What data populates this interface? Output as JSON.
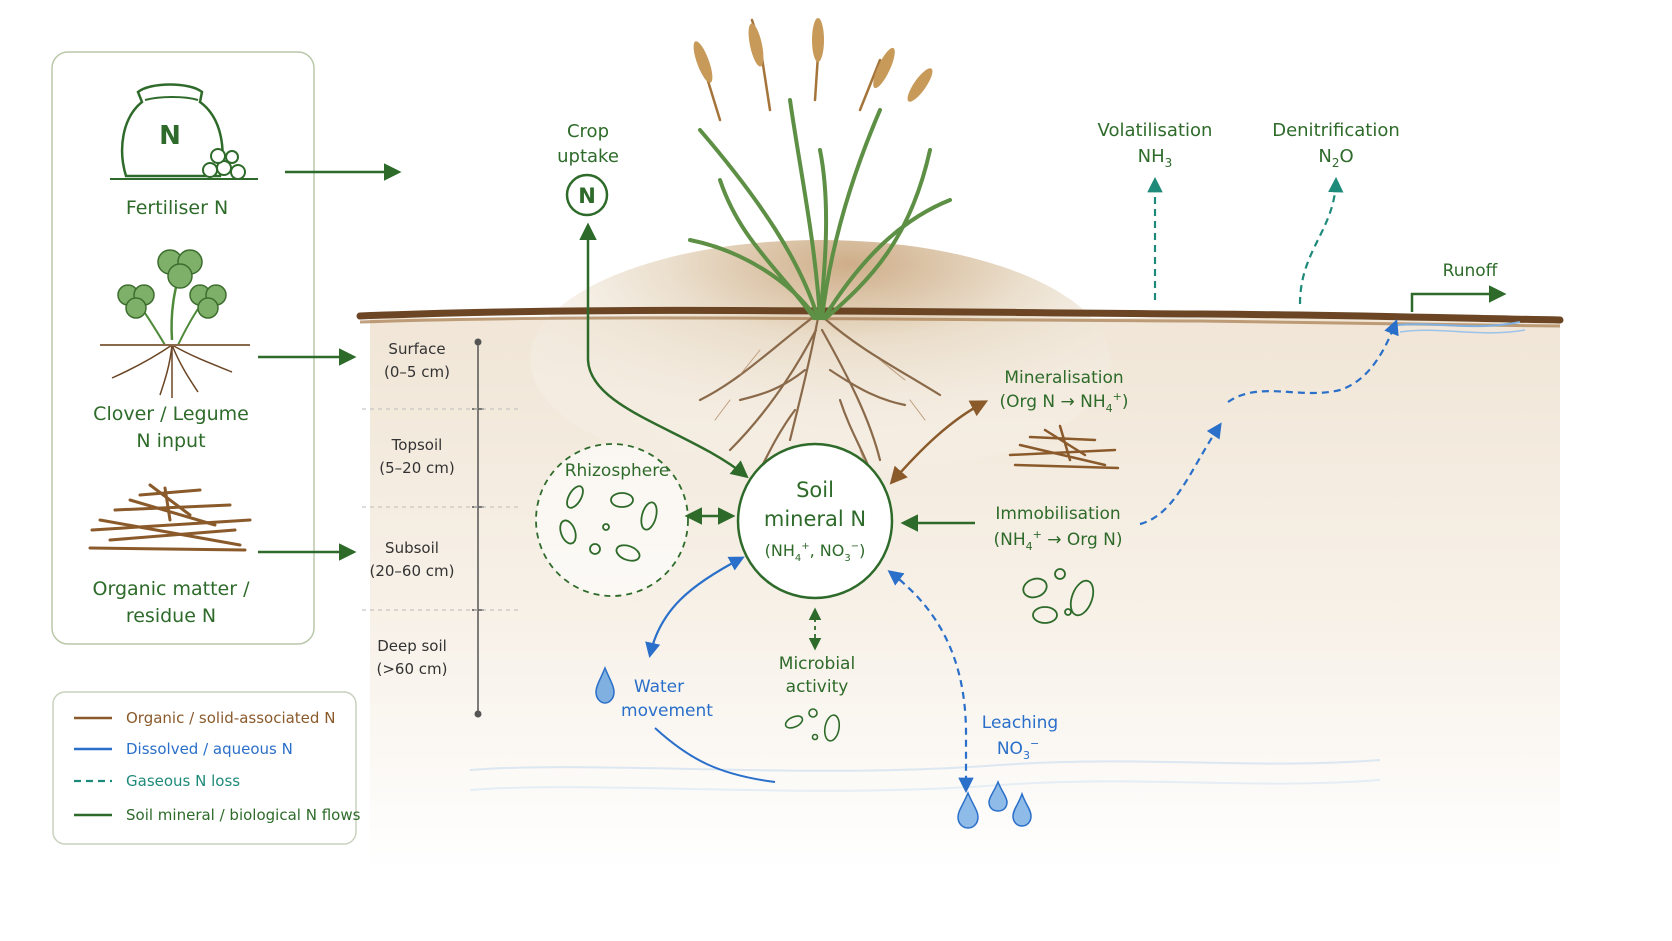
{
  "inputs": {
    "fertiliser": {
      "bag_letter": "N",
      "label": "Fertiliser N"
    },
    "clover": {
      "line1": "Clover / Legume",
      "line2": "N input"
    },
    "organic": {
      "line1": "Organic matter /",
      "line2": "residue N"
    }
  },
  "depth": {
    "surface": {
      "line1": "Surface",
      "line2": "(0–5 cm)"
    },
    "topsoil": {
      "line1": "Topsoil",
      "line2": "(5–20 cm)"
    },
    "subsoil": {
      "line1": "Subsoil",
      "line2": "(20–60 cm)"
    },
    "deep": {
      "line1": "Deep soil",
      "line2": "(>60 cm)"
    }
  },
  "crop": {
    "line1": "Crop",
    "line2": "uptake",
    "badge": "N"
  },
  "volatilisation": {
    "label": "Volatilisation",
    "formula": "NH",
    "sub": "3"
  },
  "denitrification": {
    "label": "Denitrification",
    "formula_a": "N",
    "sub": "2",
    "formula_b": "O"
  },
  "runoff": "Runoff",
  "mineralisation": {
    "line1": "Mineralisation",
    "pre": "(Org N → NH",
    "sub": "4",
    "sup": "+",
    "post": ")"
  },
  "immobilisation": {
    "label": "Immobilisation",
    "pre": "(NH",
    "sub": "4",
    "sup": "+",
    "post": " → Org N)"
  },
  "rhizosphere": "Rhizosphere",
  "soil_pool": {
    "line1": "Soil",
    "line2": "mineral N",
    "f_pre": "(NH",
    "f_sub1": "4",
    "f_sup1": "+",
    "f_mid": ", NO",
    "f_sub2": "3",
    "f_sup2": "−",
    "f_post": ")"
  },
  "microbial": {
    "line1": "Microbial",
    "line2": "activity"
  },
  "water": {
    "line1": "Water",
    "line2": "movement"
  },
  "leaching": {
    "label": "Leaching",
    "formula": "NO",
    "sub": "3",
    "sup": "−"
  },
  "legend": {
    "items": [
      {
        "label": "Organic / solid-associated N",
        "color": "#8a5a2b",
        "style": "solid"
      },
      {
        "label": "Dissolved / aqueous N",
        "color": "#2a6fc9",
        "style": "solid"
      },
      {
        "label": "Gaseous N loss",
        "color": "#1e8a7a",
        "style": "dashed"
      },
      {
        "label": "Soil mineral / biological N flows",
        "color": "#2e6b2a",
        "style": "solid"
      }
    ]
  },
  "colors": {
    "green": "#2e6b2a",
    "blue": "#2a6fc9",
    "teal": "#1e8a7a",
    "brown": "#8a5a2b",
    "soil": "#d9c2a3"
  }
}
